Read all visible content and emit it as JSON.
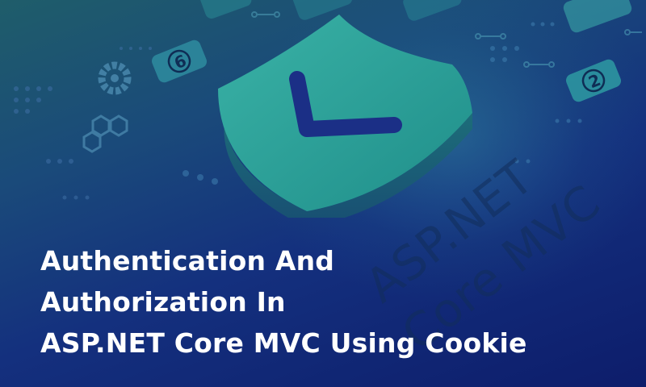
{
  "banner": {
    "headline_lines": [
      "Authentication And",
      "Authorization In",
      "ASP.NET Core MVC Using Cookie"
    ],
    "wordmark_lines": [
      "ASP.NET",
      "Core MVC"
    ],
    "badges": [
      "6",
      "2"
    ]
  },
  "colors": {
    "background_top": "#1f5d6a",
    "background_bottom": "#0d1d6b",
    "shield": "#2aa39a",
    "checkmark": "#1b2f86",
    "headline_text": "#ffffff"
  },
  "icons": [
    "shield-icon",
    "checkmark-icon",
    "badge-6-icon",
    "badge-2-icon",
    "hexagon-icon",
    "pie-segment-icon"
  ]
}
